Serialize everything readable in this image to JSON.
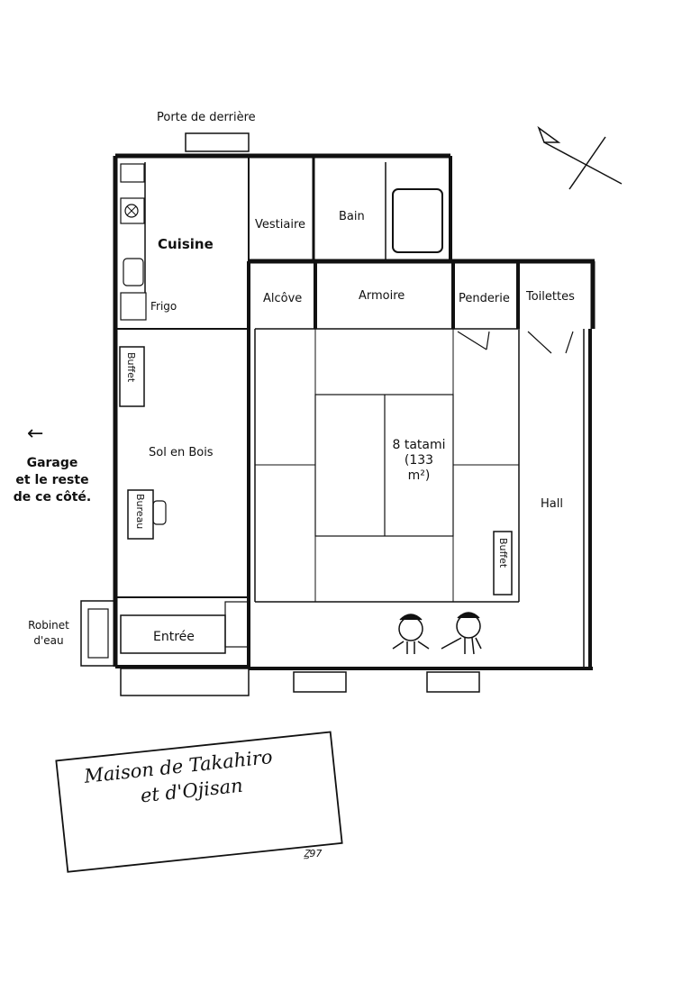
{
  "plan": {
    "back_door": "Porte de derrière",
    "rooms": {
      "kitchen": "Cuisine",
      "dressing": "Vestiaire",
      "bath": "Bain",
      "fridge": "Frigo",
      "alcove": "Alcôve",
      "wardrobe": "Armoire",
      "closet": "Penderie",
      "toilets": "Toilettes",
      "buffet_left": "Buffet",
      "wood_floor": "Sol en Bois",
      "desk": "Bureau",
      "tatami": "8 tatami",
      "tatami_area": "(133",
      "tatami_unit": "m²)",
      "hall": "Hall",
      "buffet_right": "Buffet",
      "entrance": "Entrée"
    },
    "garage_arrow": "←",
    "garage_lines": [
      "Garage",
      "et le reste",
      "de ce côté."
    ],
    "faucet_lines": [
      "Robinet",
      "d'eau"
    ]
  },
  "title": {
    "line1": "Maison de Takahiro",
    "line2": "et d'Ojisan"
  },
  "signature": "Ꙁ97"
}
